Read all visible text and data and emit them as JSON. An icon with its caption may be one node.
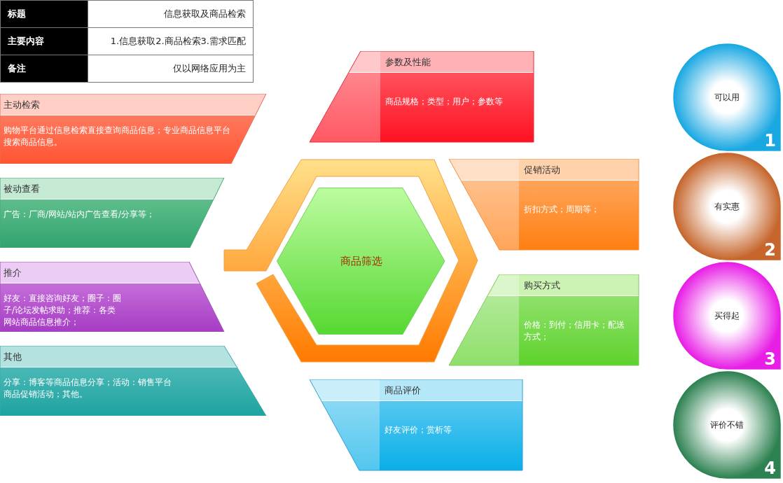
{
  "diagram": {
    "nodes": [
      {
        "text": [
          "主动检索",
          "购物平台通过信息检索直接查询商品信息；专业商品信息平台搜索商品信息。"
        ]
      },
      {
        "text": [
          "被动查看",
          "广告：厂商/网站/站内广告查看/分享等；"
        ]
      },
      {
        "text": [
          "推介",
          "好友：直接咨询好友；圈子：圈子/论坛发帖求助；推荐：各类网站商品信息推介；"
        ]
      },
      {
        "text": [
          "其他",
          "分享：博客等商品信息分享；活动：销售平台商品促销活动；其他。"
        ]
      },
      {
        "text": [
          "参数及性能",
          "商品规格；类型；用户；参数等"
        ]
      },
      {
        "text": [
          "促销活动",
          "折扣方式；周期等；"
        ]
      },
      {
        "text": [
          "购买方式",
          "价格：到付；信用卡；配送方式；"
        ]
      },
      {
        "text": [
          "商品评价",
          "好友评价；赏析等"
        ]
      },
      {
        "text": [
          "商品筛选"
        ]
      },
      {
        "text": [
          "可以用",
          "1"
        ]
      },
      {
        "text": [
          "有实惠",
          "2"
        ]
      },
      {
        "text": [
          "买得起",
          "3"
        ]
      },
      {
        "text": [
          "评价不错",
          "4"
        ]
      }
    ],
    "labels": [
      "标题",
      "信息获取及商品检索",
      "主要内容",
      "1.信息获取2.商品检索3.需求匹配",
      "备注",
      "仅以网络应用为主"
    ]
  }
}
